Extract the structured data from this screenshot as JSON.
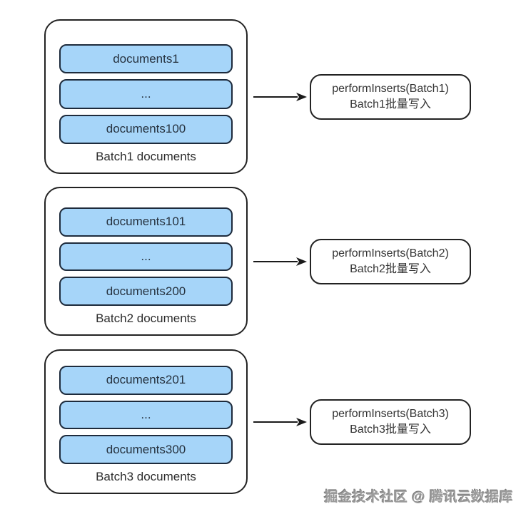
{
  "colors": {
    "document_box_fill": "#a6d5f9",
    "document_box_border": "#1e2b3c",
    "container_border": "#222222",
    "arrow": "#1a1a1a",
    "label_text": "#2d2d2d",
    "watermark_text": "#9b9b9b"
  },
  "batches": [
    {
      "label": "Batch1 documents",
      "items": [
        "documents1",
        "...",
        "documents100"
      ],
      "target_line1": "performInserts(Batch1)",
      "target_line2": "Batch1批量写入"
    },
    {
      "label": "Batch2 documents",
      "items": [
        "documents101",
        "...",
        "documents200"
      ],
      "target_line1": "performInserts(Batch2)",
      "target_line2": "Batch2批量写入"
    },
    {
      "label": "Batch3 documents",
      "items": [
        "documents201",
        "...",
        "documents300"
      ],
      "target_line1": "performInserts(Batch3)",
      "target_line2": "Batch3批量写入"
    }
  ],
  "watermark": "掘金技术社区 @ 腾讯云数据库"
}
